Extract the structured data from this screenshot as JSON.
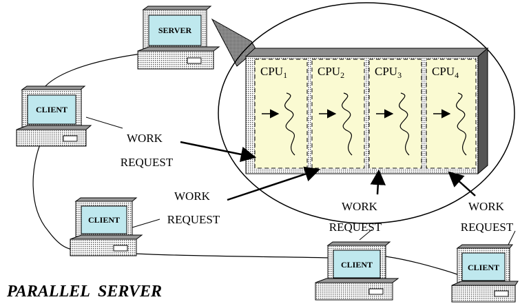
{
  "title": "PARALLEL  SERVER",
  "server": {
    "label": "SERVER"
  },
  "clients": [
    {
      "label": "CLIENT"
    },
    {
      "label": "CLIENT"
    },
    {
      "label": "CLIENT"
    },
    {
      "label": "CLIENT"
    }
  ],
  "cpus": [
    {
      "name": "CPU",
      "sub": "1"
    },
    {
      "name": "CPU",
      "sub": "2"
    },
    {
      "name": "CPU",
      "sub": "3"
    },
    {
      "name": "CPU",
      "sub": "4"
    }
  ],
  "requests": [
    {
      "line1": "WORK",
      "line2": "REQUEST"
    },
    {
      "line1": "WORK",
      "line2": "REQUEST"
    },
    {
      "line1": "WORK",
      "line2": "REQUEST"
    },
    {
      "line1": "WORK",
      "line2": "REQUEST"
    }
  ],
  "colors": {
    "screen": "#bfe8ee",
    "cpu_panel": "#fafad2",
    "cabinet_dark": "#555555",
    "cabinet_mid": "#8c8c8c"
  }
}
